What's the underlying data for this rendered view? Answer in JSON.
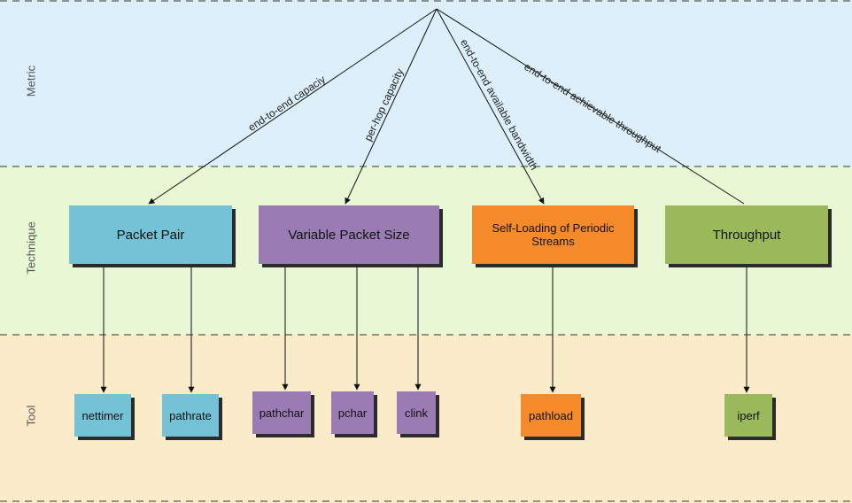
{
  "bands": {
    "metric": "Metric",
    "technique": "Technique",
    "tool": "Tool"
  },
  "metrics": [
    "end-to-end capaciy",
    "per-hop capacity",
    "end-to-end available bandwidth",
    "end-to-end achievable throughput"
  ],
  "techniques": [
    "Packet Pair",
    "Variable Packet Size",
    "Self-Loading of Periodic Streams",
    "Throughput"
  ],
  "tools": [
    "nettimer",
    "pathrate",
    "pathchar",
    "pchar",
    "clink",
    "pathload",
    "iperf"
  ],
  "colors": {
    "metric_band": "#dceffa",
    "technique_band": "#e8f7d4",
    "tool_band": "#fbecc9",
    "packet_pair": "#74c2d6",
    "variable_packet_size": "#9b7bb4",
    "slops": "#f58a2a",
    "throughput": "#9ab95a"
  }
}
